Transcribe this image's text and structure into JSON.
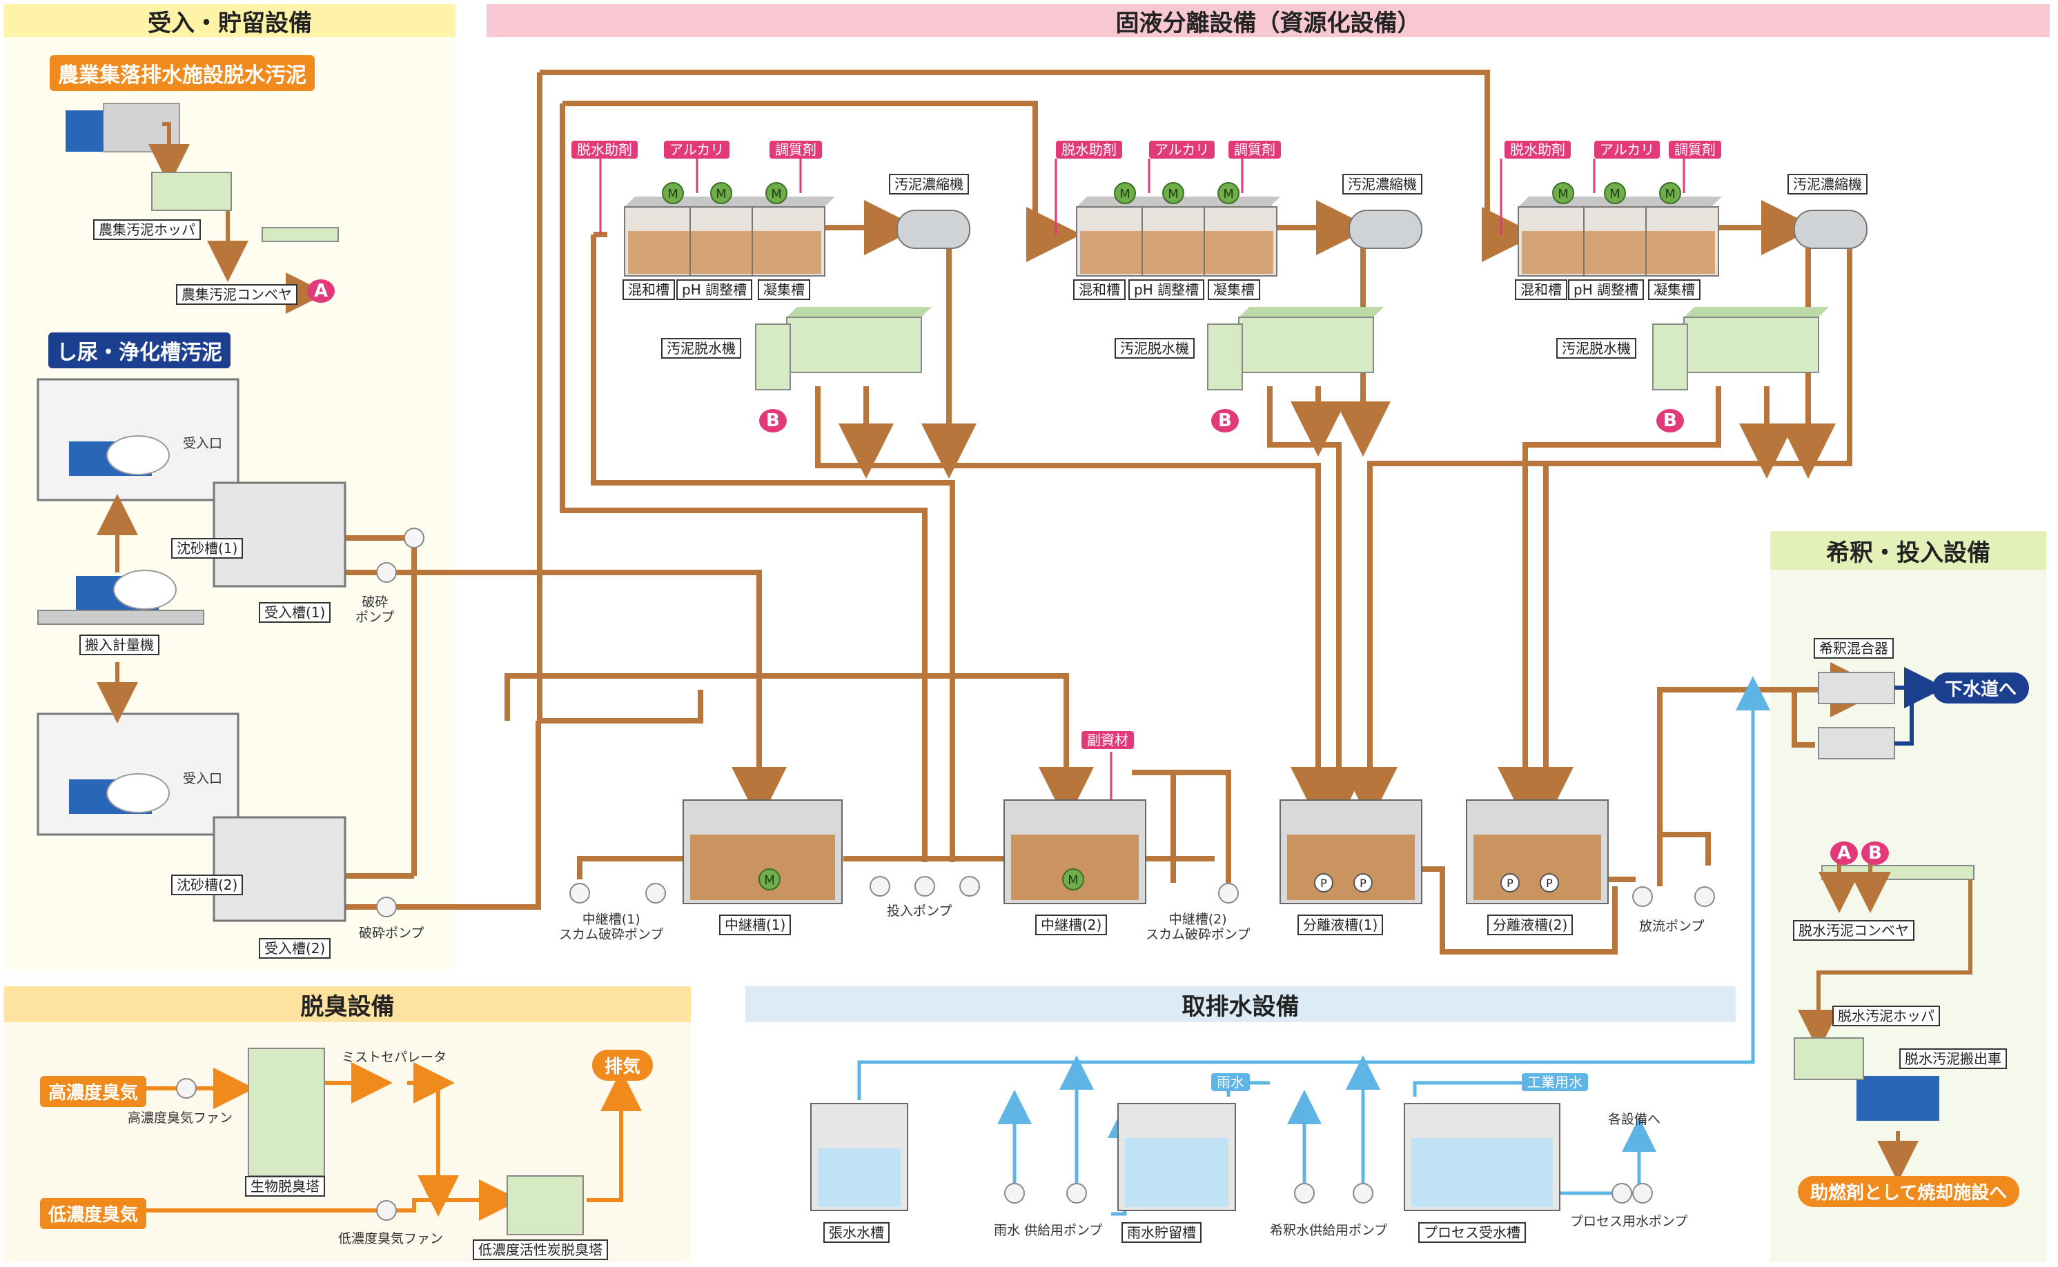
{
  "sections": {
    "receiving": "受入・貯留設備",
    "separation": "固液分離設備（資源化設備）",
    "dilution": "希釈・投入設備",
    "deodor": "脱臭設備",
    "water": "取排水設備"
  },
  "sources": {
    "farm": "農業集落排水施設脱水汚泥",
    "night_soil": "し尿・浄化槽汚泥"
  },
  "receiving": {
    "farm_hopper": "農集汚泥ホッパ",
    "farm_conveyor": "農集汚泥コンベヤ",
    "inlet": "受入口",
    "grit1": "沈砂槽(1)",
    "recv1": "受入槽(1)",
    "crush_pump1": "破砕\nポンプ",
    "scale": "搬入計量機",
    "grit2": "沈砂槽(2)",
    "recv2": "受入槽(2)",
    "crush_pump2": "破砕ポンプ"
  },
  "separation": {
    "dewater_aid": "脱水助剤",
    "alkali": "アルカリ",
    "conditioner": "調質剤",
    "thickener": "汚泥濃縮機",
    "mix_tank": "混和槽",
    "ph_tank": "pH 調整槽",
    "floc_tank": "凝集槽",
    "dewaterer": "汚泥脱水機",
    "sub_material": "副資材",
    "relay1": "中継槽(1)",
    "relay2": "中継槽(2)",
    "scum1": "中継槽(1)\nスカム破砕ポンプ",
    "scum2": "中継槽(2)\nスカム破砕ポンプ",
    "feed_pump": "投入ポンプ",
    "sep1": "分離液槽(1)",
    "sep2": "分離液槽(2)",
    "discharge_pump": "放流ポンプ"
  },
  "dilution": {
    "mixer": "希釈混合器",
    "to_sewer": "下水道へ",
    "cake_conveyor": "脱水汚泥コンベヤ",
    "cake_hopper": "脱水汚泥ホッパ",
    "cake_truck": "脱水汚泥搬出車",
    "to_incinerator": "助燃剤として焼却施設へ"
  },
  "deodor": {
    "high": "高濃度臭気",
    "low": "低濃度臭気",
    "high_fan": "高濃度臭気ファン",
    "low_fan": "低濃度臭気ファン",
    "bio_tower": "生物脱臭塔",
    "mist_sep": "ミストセパレータ",
    "carbon_tower": "低濃度活性炭脱臭塔",
    "exhaust": "排気"
  },
  "water": {
    "tension_tank": "張水水槽",
    "rain_pump": "雨水 供給用ポンプ",
    "rain_tank": "雨水貯留槽",
    "rain": "雨水",
    "dilution_pump": "希釈水供給用ポンプ",
    "process_tank": "プロセス受水槽",
    "industrial": "工業用水",
    "to_each": "各設備へ",
    "process_pump": "プロセス用水ポンプ"
  },
  "markers": {
    "A": "A",
    "B": "B",
    "M": "M",
    "P": "P"
  },
  "colors": {
    "sludge": "#b9763a",
    "orange": "#f08a1c",
    "water": "#5fb4e6",
    "navy": "#1d3f8f",
    "pink": "#e23a79",
    "green": "#6fae4a"
  }
}
